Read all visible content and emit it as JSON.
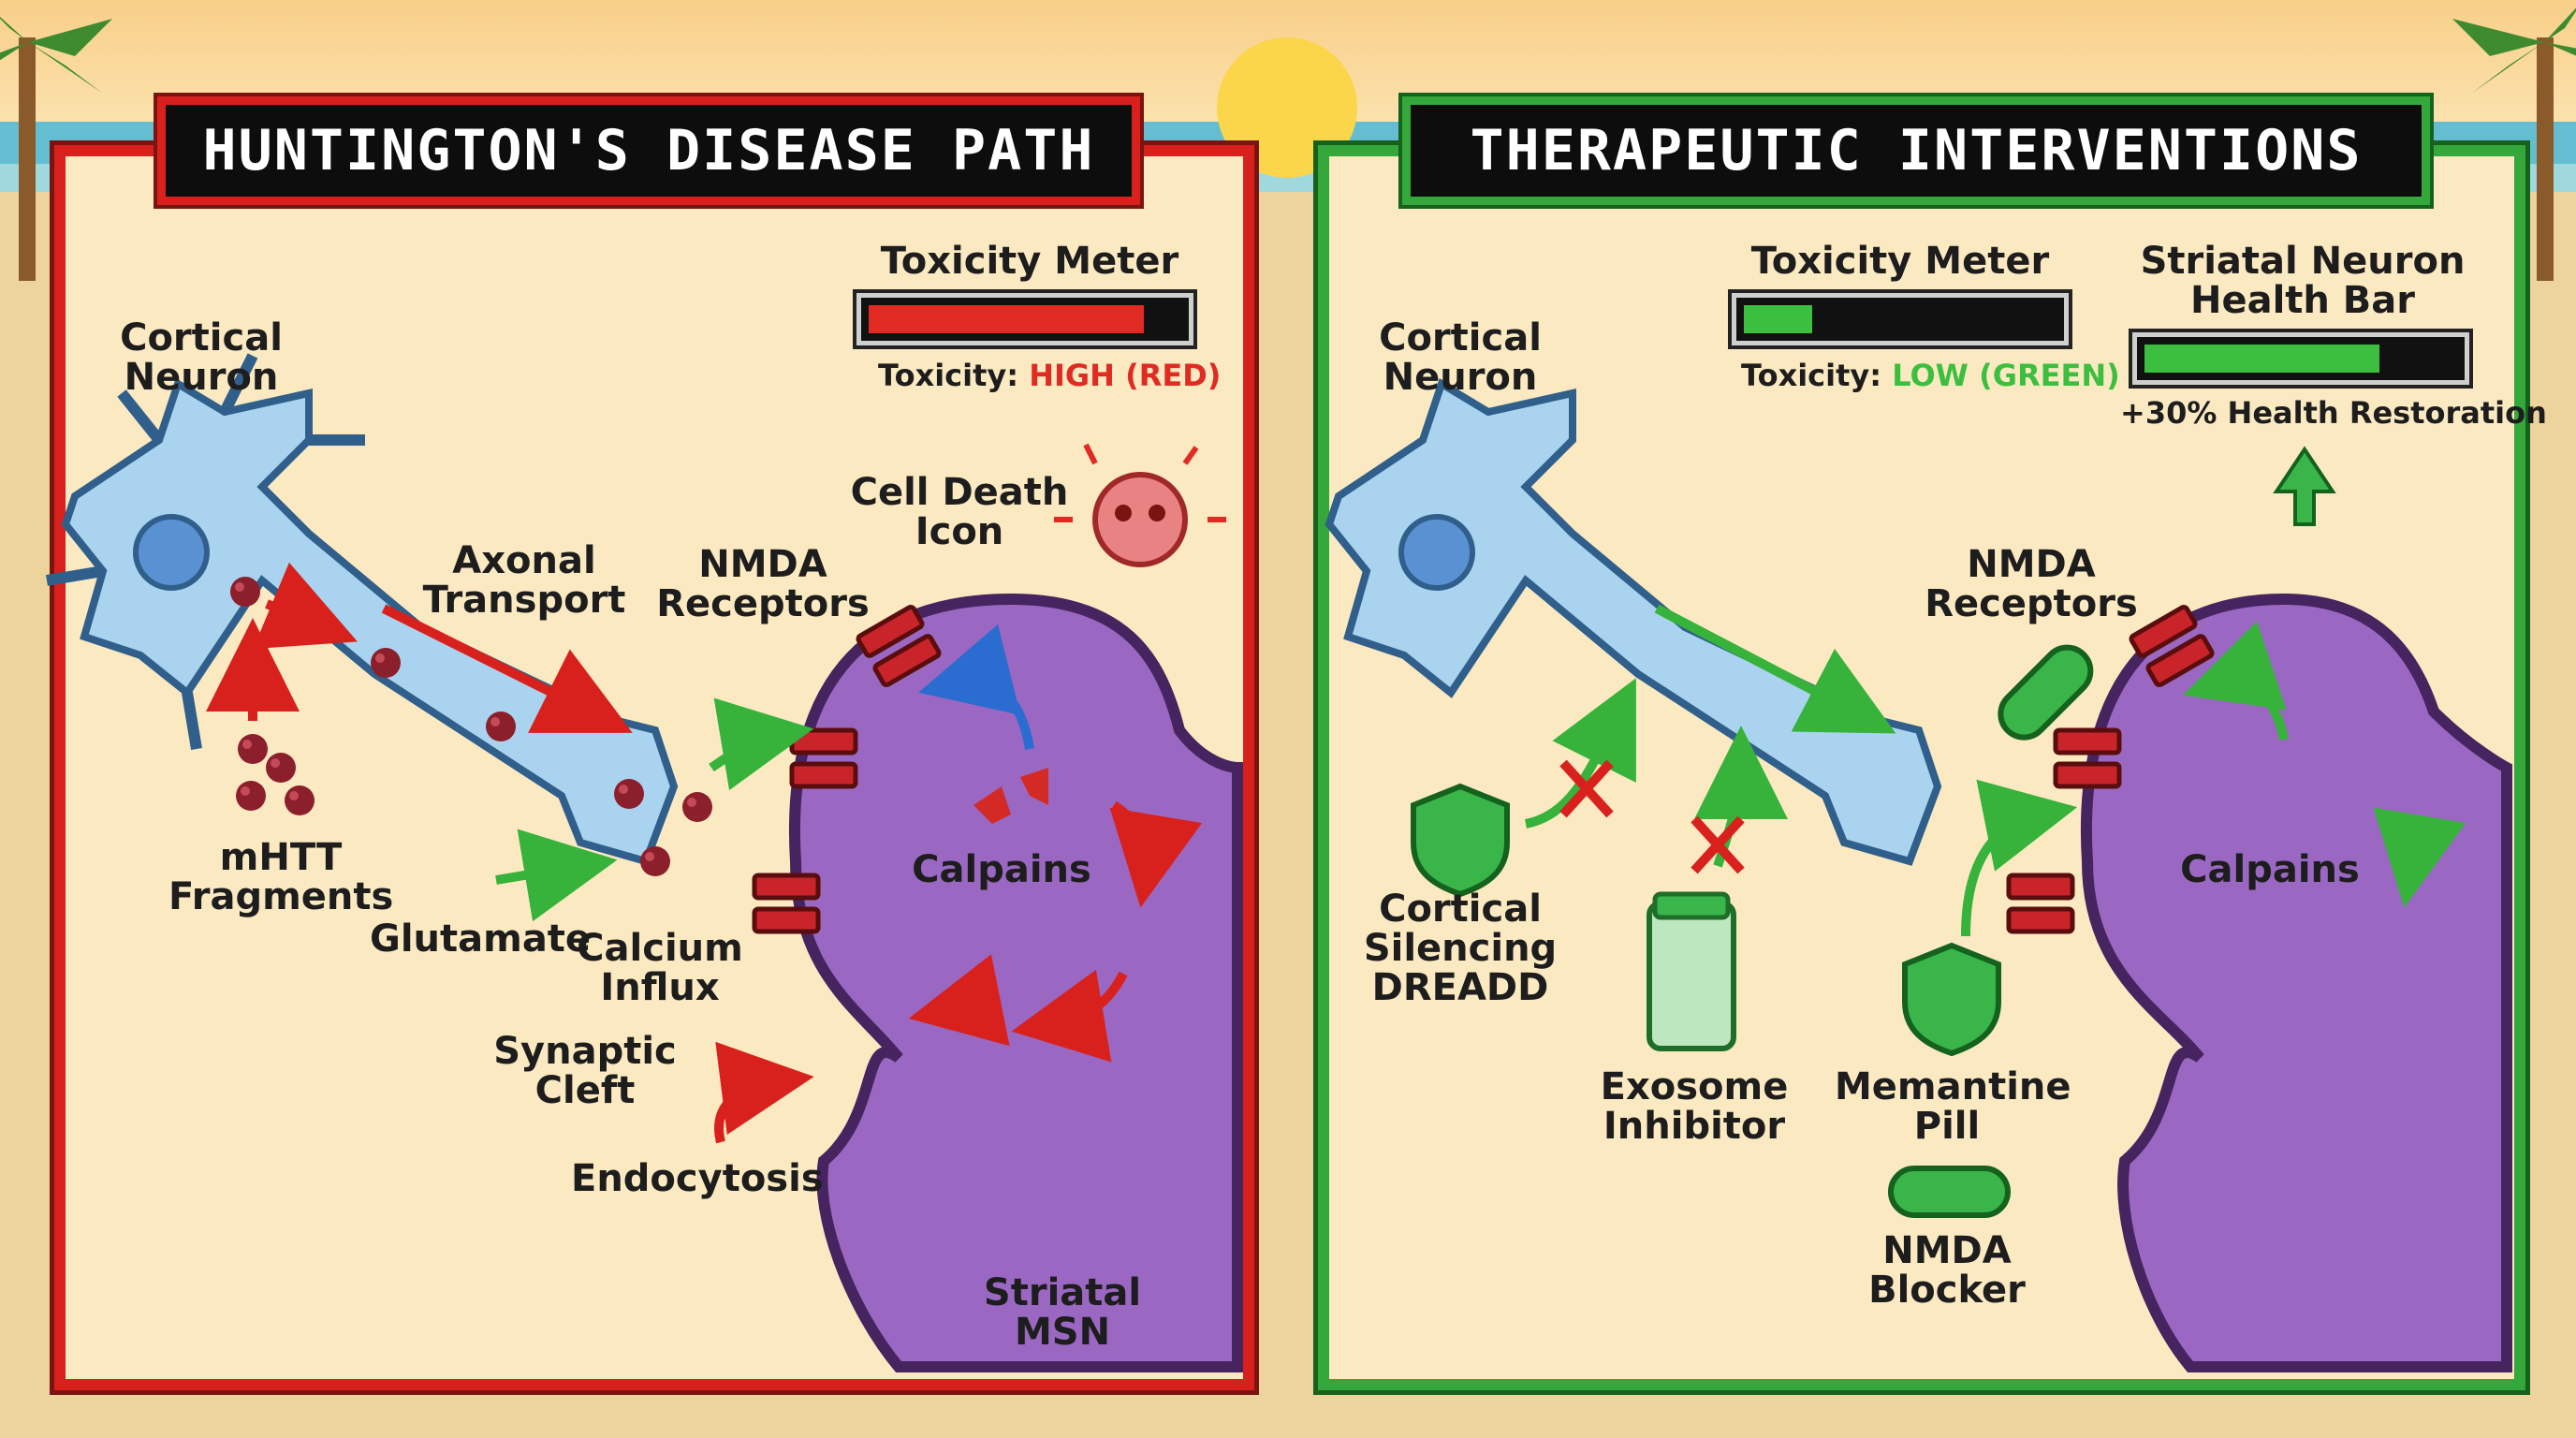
{
  "left_panel": {
    "title": "HUNTINGTON'S DISEASE PATH",
    "toxicity_meter": {
      "label": "Toxicity Meter",
      "status_prefix": "Toxicity: ",
      "status_value": "HIGH (RED)",
      "level_percent": 88,
      "color": "#e02b23"
    },
    "labels": {
      "cortical_neuron": "Cortical\nNeuron",
      "axonal_transport": "Axonal\nTransport",
      "nmda_receptors": "NMDA\nReceptors",
      "cell_death_icon": "Cell Death\nIcon",
      "mhtt_fragments": "mHTT\nFragments",
      "glutamate": "Glutamate",
      "calcium_influx": "Calcium\nInflux",
      "calpains": "Calpains",
      "synaptic_cleft": "Synaptic\nCleft",
      "endocytosis": "Endocytosis",
      "striatal_msn": "Striatal MSN"
    }
  },
  "right_panel": {
    "title": "THERAPEUTIC INTERVENTIONS",
    "toxicity_meter": {
      "label": "Toxicity Meter",
      "status_prefix": "Toxicity: ",
      "status_value": "LOW (GREEN)",
      "level_percent": 22,
      "color": "#3cbf3f"
    },
    "health_bar": {
      "label": "Striatal Neuron\nHealth Bar",
      "caption": "+30% Health Restoration",
      "level_percent": 75,
      "color": "#3cbf3f"
    },
    "labels": {
      "cortical_neuron": "Cortical\nNeuron",
      "nmda_receptors": "NMDA\nReceptors",
      "cortical_silencing": "Cortical\nSilencing\nDREADD",
      "exosome_inhibitor": "Exosome\nInhibitor",
      "memantine_pill": "Memantine\nPill",
      "nmda_blocker": "NMDA\nBlocker",
      "calpains": "Calpains"
    }
  },
  "colors": {
    "danger_red": "#d8211c",
    "safe_green": "#34a83a",
    "neuron_blue": "#a9d3ee",
    "msn_purple": "#9a68c2",
    "receptor_red": "#c8242a",
    "fragment_maroon": "#8c1f2c"
  }
}
